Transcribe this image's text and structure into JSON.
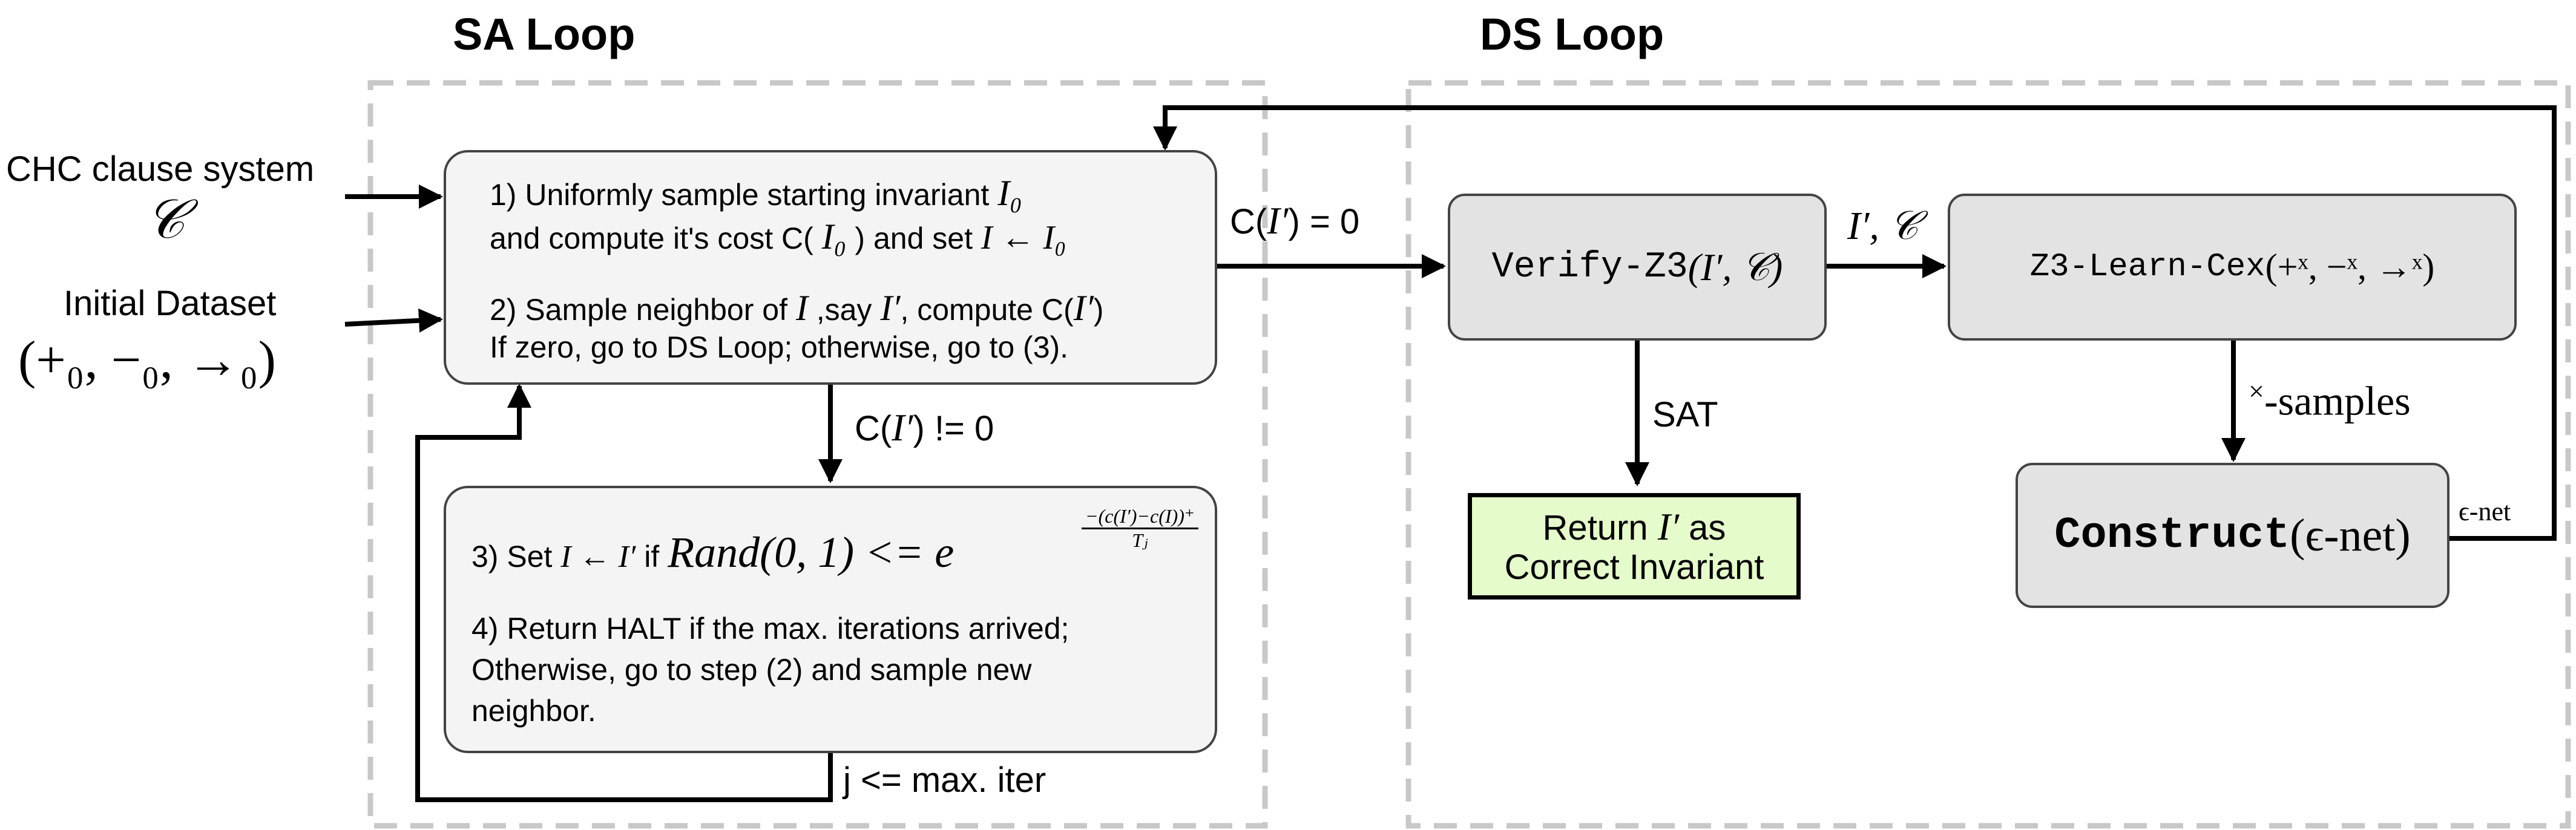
{
  "titles": {
    "sa_loop": "SA Loop",
    "ds_loop": "DS Loop"
  },
  "inputs": {
    "chc_label": "CHC clause system",
    "chc_symbol": "𝒞",
    "dataset_label": "Initial Dataset",
    "dataset_symbol": "(+₀, −₀, →₀)"
  },
  "sa_box1": {
    "line1_prefix": "1) Uniformly sample starting invariant ",
    "line1_math": "I₀",
    "line2_prefix": "and compute it's cost C( ",
    "line2_math": "I₀",
    "line2_mid": " ) and set ",
    "line2_math2": "I ← I₀",
    "line3_prefix": "2) Sample neighbor of ",
    "line3_math": "I",
    "line3_mid": " ,say ",
    "line3_math2": "I′",
    "line3_mid2": ", compute C(",
    "line3_math3": "I′",
    "line3_end": ")",
    "line4": "If zero, go to DS Loop; otherwise, go to (3)."
  },
  "sa_box2": {
    "line1_prefix": "3) Set ",
    "line1_math": "I ← I′",
    "line1_mid": " if ",
    "line1_math2": "Rand(0, 1) <= e",
    "line1_exponent_num": "−(c(I′)−c(I))⁺",
    "line1_exponent_den": "Tⱼ",
    "line2": "4) Return HALT if the max. iterations arrived;",
    "line3": "Otherwise, go to step (2) and sample new",
    "line4": "neighbor."
  },
  "edges": {
    "cost_zero_prefix": "C(",
    "cost_zero_math": "I′",
    "cost_zero_suffix": ") = 0",
    "cost_nonzero_prefix": "C(",
    "cost_nonzero_math": "I′",
    "cost_nonzero_suffix": ") != 0",
    "iter_label": "j <= max. iter",
    "verify_to_learn": "I′, 𝒞",
    "sat_label": "SAT",
    "samples_sup": "×",
    "samples_label": "-samples",
    "epsnet_label": "ϵ-net"
  },
  "ds_boxes": {
    "verify_name": "Verify-Z3",
    "verify_args": "(I′, 𝒞)",
    "learn_name": "Z3-Learn-Cex",
    "learn_args": "(+ˣ, −ˣ, →ˣ)",
    "construct_name": "Construct",
    "construct_args": "(ϵ-net)",
    "return_prefix": "Return ",
    "return_math": "I′",
    "return_suffix": " as",
    "return_line2": "Correct Invariant"
  },
  "colors": {
    "dashed_border": "#c8c8c8",
    "box_fill": "#f4f4f4",
    "ds_box_fill": "#e3e3e3",
    "result_fill": "#e6fbcc",
    "line": "#000000"
  }
}
